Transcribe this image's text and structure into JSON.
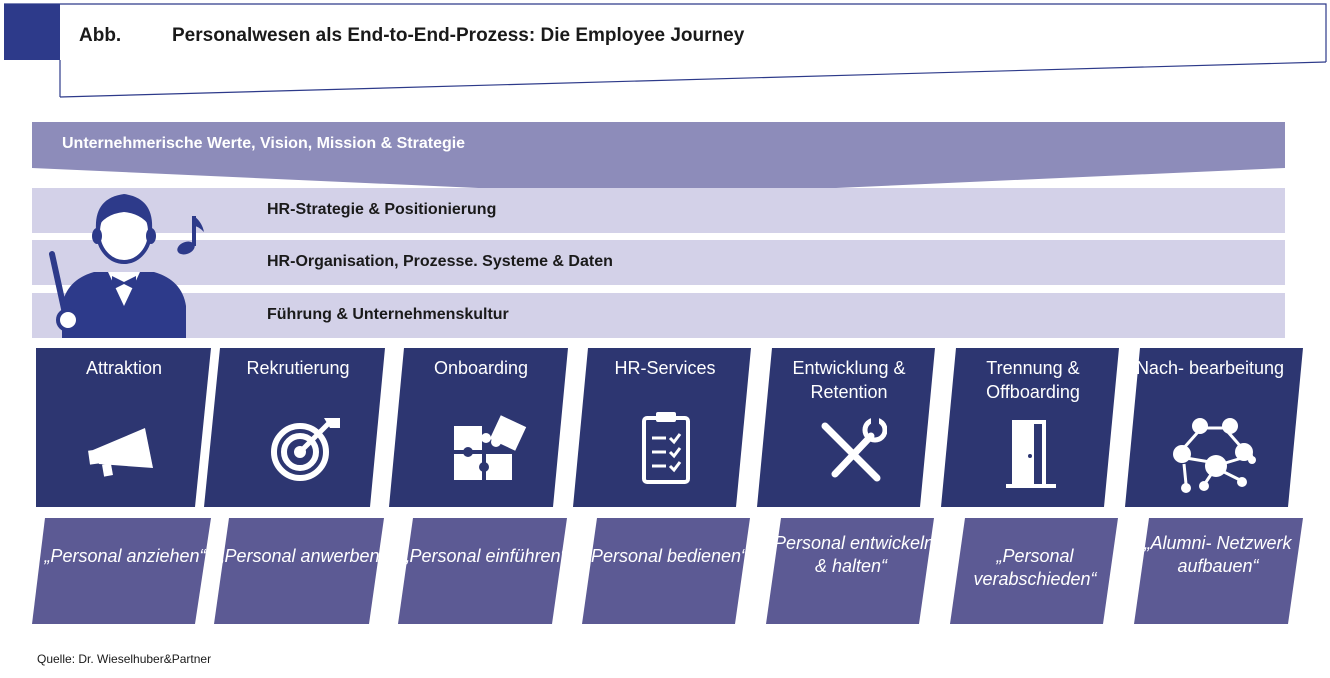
{
  "figure": {
    "label": "Abb.",
    "title": "Personalwesen als End-to-End-Prozess: Die Employee Journey"
  },
  "band": {
    "text": "Unternehmerische Werte, Vision, Mission & Strategie"
  },
  "layers": [
    {
      "text": "HR-Strategie & Positionierung"
    },
    {
      "text": "HR-Organisation, Prozesse. Systeme & Daten"
    },
    {
      "text": "Führung & Unternehmenskultur"
    }
  ],
  "stages": [
    {
      "title": "Attraktion",
      "icon": "megaphone-icon",
      "desc": "„Personal anziehen“"
    },
    {
      "title": "Rekrutierung",
      "icon": "target-icon",
      "desc": "„Personal anwerben“"
    },
    {
      "title": "Onboarding",
      "icon": "puzzle-icon",
      "desc": "„Personal einführen“"
    },
    {
      "title": "HR-Services",
      "icon": "checklist-icon",
      "desc": "„Personal bedienen“"
    },
    {
      "title": "Entwicklung & Retention",
      "icon": "tools-icon",
      "desc": "„Personal entwickeln & halten“"
    },
    {
      "title": "Trennung & Offboarding",
      "icon": "door-icon",
      "desc": "„Personal verabschieden“"
    },
    {
      "title": "Nach- bearbeitung",
      "icon": "network-icon",
      "desc": "„Alumni- Netzwerk aufbauen“"
    }
  ],
  "source": "Quelle: Dr. Wieselhuber&Partner",
  "colors": {
    "stage": "#2d3671",
    "desc": "#5c5a94",
    "band": "#8d8cba",
    "layer": "#d3d1e8",
    "accent": "#2d3a8a"
  }
}
